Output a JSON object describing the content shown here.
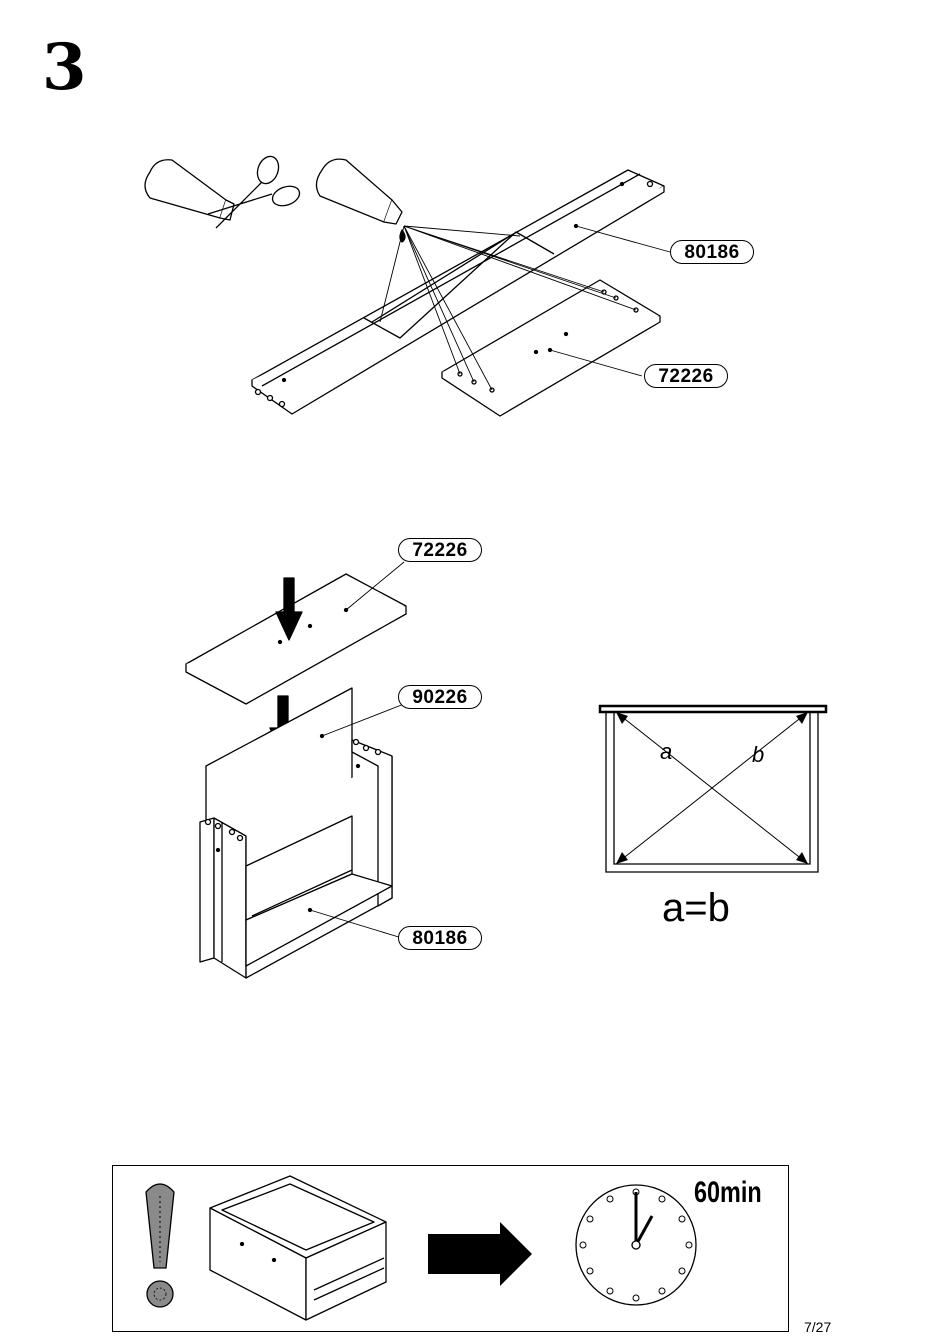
{
  "step": {
    "number": "3"
  },
  "top_assembly": {
    "part_long_board": "80186",
    "part_panel": "72226"
  },
  "bottom_assembly": {
    "part_top": "72226",
    "part_back": "90226",
    "part_frame": "80186"
  },
  "diagonal_check": {
    "label_a": "a",
    "label_b": "b",
    "formula": "a=b"
  },
  "notice": {
    "icon": "exclamation-icon",
    "time": "60min"
  },
  "footer": {
    "page": "7/27"
  }
}
